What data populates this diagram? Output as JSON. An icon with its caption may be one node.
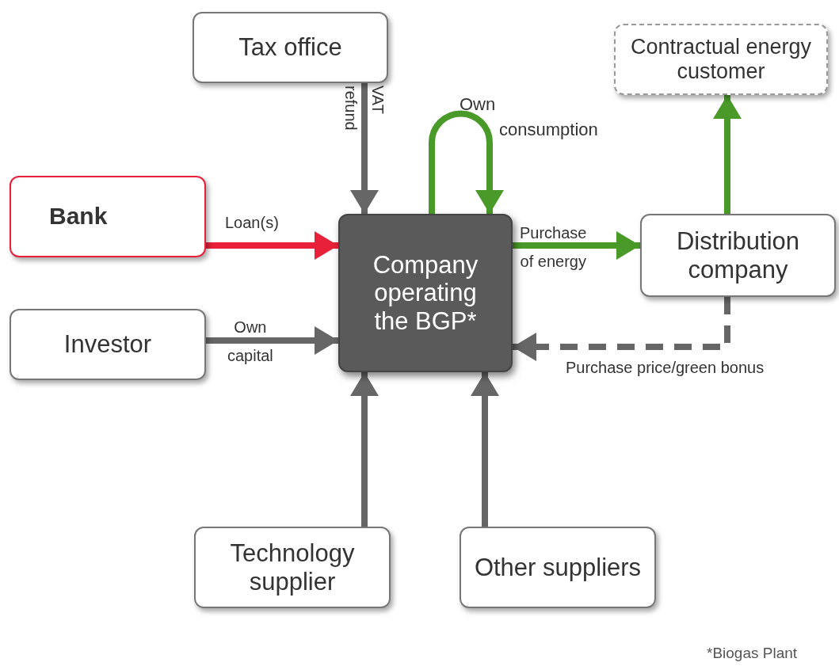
{
  "diagram": {
    "nodes": [
      {
        "text": [
          "Tax office"
        ]
      },
      {
        "text": [
          "Contractual energy customer"
        ]
      },
      {
        "text": [
          "Bank"
        ]
      },
      {
        "text": [
          "Company operating the BGP*"
        ]
      },
      {
        "text": [
          "Distribution company"
        ]
      },
      {
        "text": [
          "Investor"
        ]
      },
      {
        "text": [
          "Technology supplier"
        ]
      },
      {
        "text": [
          "Other suppliers"
        ]
      }
    ],
    "edges": [
      {
        "from": 0,
        "to": 3,
        "arrow": "to",
        "label": "VAT refund"
      },
      {
        "from": 3,
        "to": 3,
        "arrow": "to",
        "label": "Own consumption",
        "color": "#4a9a2a"
      },
      {
        "from": 2,
        "to": 3,
        "arrow": "to",
        "label": "Loan(s)",
        "color": "#e8203a"
      },
      {
        "from": 3,
        "to": 4,
        "arrow": "to",
        "label": "Purchase of energy",
        "color": "#4a9a2a"
      },
      {
        "from": 4,
        "to": 1,
        "arrow": "to",
        "color": "#4a9a2a"
      },
      {
        "from": 4,
        "to": 3,
        "arrow": "to",
        "label": "Purchase price/green bonus",
        "style": "dashed"
      },
      {
        "from": 5,
        "to": 3,
        "arrow": "to",
        "label": "Own capital"
      },
      {
        "from": 6,
        "to": 3,
        "arrow": "to"
      },
      {
        "from": 7,
        "to": 3,
        "arrow": "to"
      }
    ],
    "labels": [
      "*Biogas Plant"
    ]
  }
}
